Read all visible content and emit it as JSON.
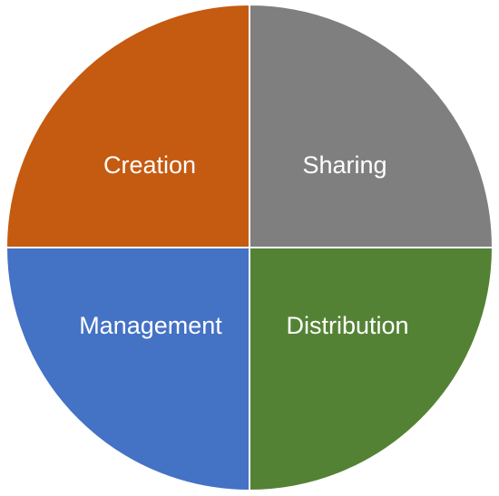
{
  "diagram": {
    "type": "four-quadrant-circle",
    "quadrants": [
      {
        "id": "top-left",
        "label": "Creation",
        "color": "#C55A11"
      },
      {
        "id": "top-right",
        "label": "Sharing",
        "color": "#7F7F7F"
      },
      {
        "id": "bottom-left",
        "label": "Management",
        "color": "#4472C4"
      },
      {
        "id": "bottom-right",
        "label": "Distribution",
        "color": "#548235"
      }
    ]
  }
}
